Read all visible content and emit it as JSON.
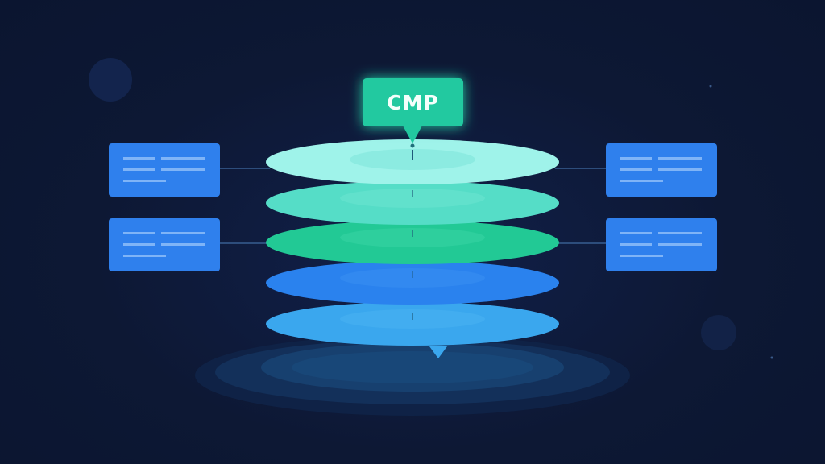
{
  "diagram": {
    "tag_label": "CMP",
    "layer_count": 5,
    "side_card_count": 4,
    "colors": {
      "background": "#0c1630",
      "tag": "#22c9a0",
      "card": "#2f80ed",
      "layer_1": "#9ff3ea",
      "layer_2": "#55ddc7",
      "layer_3": "#22c995",
      "layer_4": "#2a82ee",
      "layer_5": "#3aa7ee",
      "base_ring": "#153564"
    }
  }
}
